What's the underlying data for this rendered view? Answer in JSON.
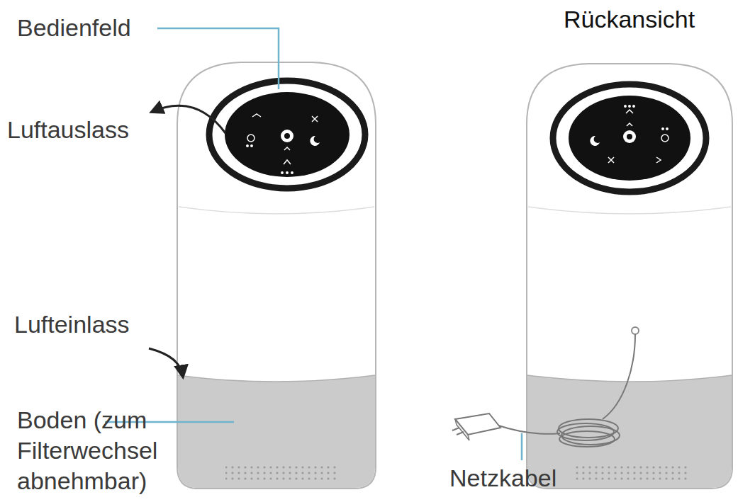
{
  "diagram": {
    "labels": [
      "Bedienfeld",
      "Rückansicht",
      "Luftauslass",
      "Lufteinlass",
      "Boden (zum Filterwechsel abnehmbar)",
      "Netzkabel"
    ]
  }
}
